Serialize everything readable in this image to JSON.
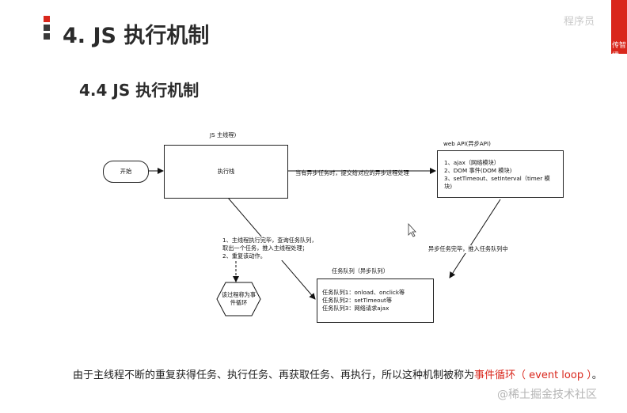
{
  "slide_title": "4. JS 执行机制",
  "section_title": "4.4 JS 执行机制",
  "logo": {
    "brand_text": "程序员",
    "sub_text": "传智播"
  },
  "diagram": {
    "main_thread_label": "JS 主线程)",
    "start_label": "开始",
    "call_stack_label": "执行栈",
    "web_api_label": "web API(异步API)",
    "web_api_items": [
      "1、ajax（网络模块）",
      "2、DOM 事件(DOM 模块)",
      "3、setTimeout、setInterval（timer 模",
      "块)"
    ],
    "async_submit_label": "当有异步任务时，提交给对应的异步进程处理",
    "async_done_label": "异步任务完毕，推入任务队列中",
    "loop_steps": [
      "1、主线程执行完毕，查询任务队列，",
      "取出一个任务，推入主线程处理；",
      "2、重复该动作。"
    ],
    "event_loop_label": [
      "该过程称为事",
      "件循环"
    ],
    "queue_label": "任务队列（异步队列）",
    "queue_items": [
      "任务队列1：onload、onclick等",
      "任务队列2：setTimeout等",
      "任务队列3：网络请求ajax"
    ]
  },
  "bottom_text": {
    "main": "由于主线程不断的重复获得任务、执行任务、再获取任务、再执行，所以这种机制被称为",
    "highlight": "事件循环（ event loop ）",
    "end": "。"
  },
  "watermark": "@稀土掘金技术社区",
  "colors": {
    "accent": "#d9271c",
    "bar_dark": "#3a3a3a"
  }
}
